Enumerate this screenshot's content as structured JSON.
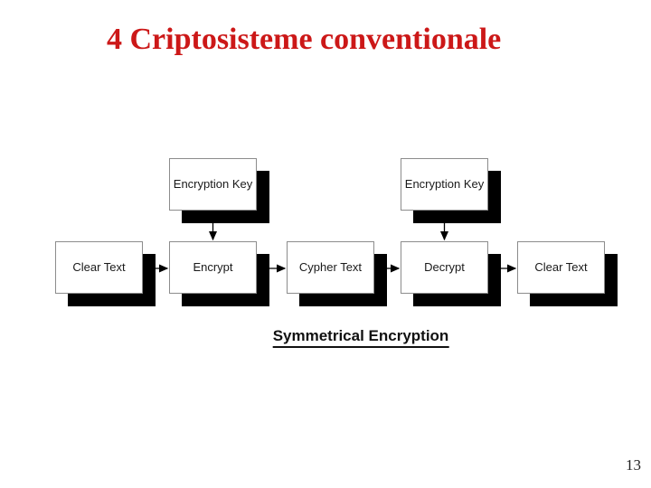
{
  "title": "4 Criptosisteme conventionale",
  "page_number": "13",
  "colors": {
    "title_red": "#cc1818",
    "shadow_black": "#000000",
    "box_border_gray": "#8c8c8c",
    "background": "#ffffff",
    "diagram_text": "#1a1a1a"
  },
  "diagram": {
    "caption": "Symmetrical Encryption",
    "key_nodes": [
      {
        "label": "Encryption Key"
      },
      {
        "label": "Encryption Key"
      }
    ],
    "flow_nodes": [
      {
        "label": "Clear Text"
      },
      {
        "label": "Encrypt"
      },
      {
        "label": "Cypher Text"
      },
      {
        "label": "Decrypt"
      },
      {
        "label": "Clear Text"
      }
    ],
    "arrows": [
      {
        "from": "Clear Text",
        "to": "Encrypt",
        "direction": "right"
      },
      {
        "from": "Encrypt",
        "to": "Cypher Text",
        "direction": "right"
      },
      {
        "from": "Cypher Text",
        "to": "Decrypt",
        "direction": "right"
      },
      {
        "from": "Decrypt",
        "to": "Clear Text",
        "direction": "right"
      },
      {
        "from": "Encryption Key",
        "to": "Encrypt",
        "direction": "down"
      },
      {
        "from": "Encryption Key",
        "to": "Decrypt",
        "direction": "down"
      }
    ]
  }
}
